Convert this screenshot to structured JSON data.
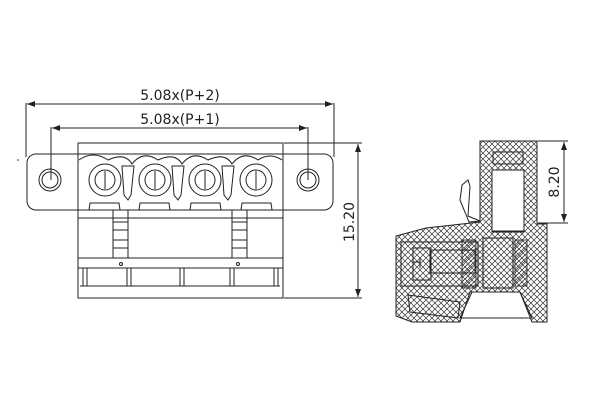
{
  "front_view": {
    "dim_overall": "5.08x(P+2)",
    "dim_mount": "5.08x(P+1)",
    "dim_height": "15.20",
    "positions": 4
  },
  "side_view": {
    "dim_height": "8.20"
  },
  "colors": {
    "line": "#222222",
    "background": "#ffffff"
  }
}
